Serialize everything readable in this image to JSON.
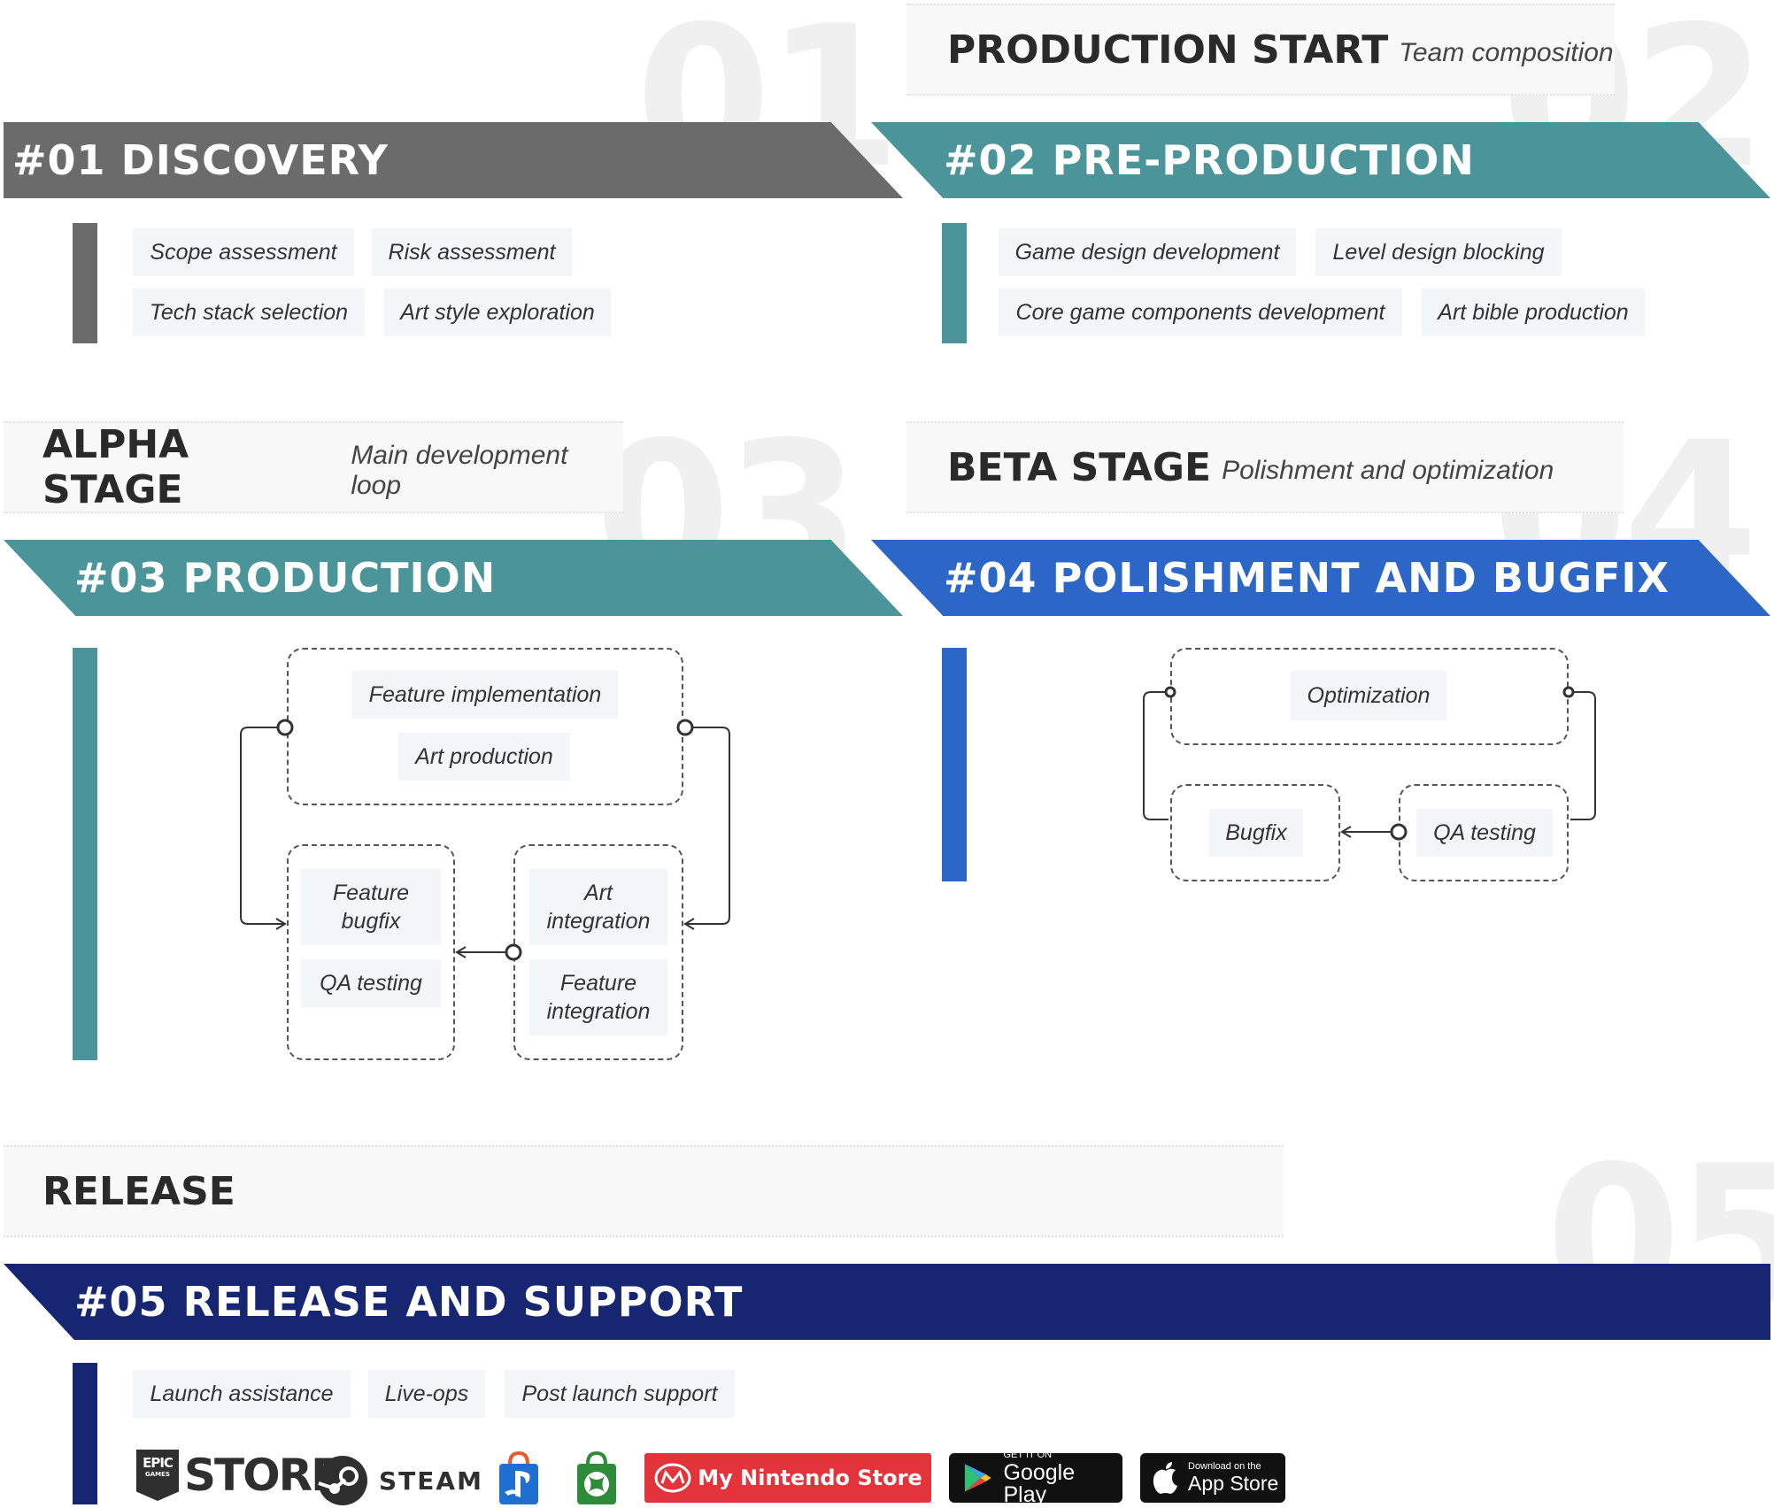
{
  "colors": {
    "discovery": "#6b6b6b",
    "preproduction": "#4b9499",
    "production": "#4b9499",
    "polishment": "#2c67c8",
    "release": "#162672"
  },
  "big_numbers": [
    "01",
    "02",
    "03",
    "04",
    "05"
  ],
  "stages": {
    "production_start": {
      "name": "PRODUCTION START",
      "sub": "Team composition"
    },
    "alpha": {
      "name": "ALPHA STAGE",
      "sub": "Main development loop"
    },
    "beta": {
      "name": "BETA STAGE",
      "sub": "Polishment and optimization"
    },
    "release": {
      "name": "RELEASE"
    }
  },
  "phases": {
    "discovery": {
      "title": "#01 DISCOVERY",
      "tasks": [
        "Scope assessment",
        "Risk assessment",
        "Tech stack selection",
        "Art style exploration"
      ]
    },
    "preproduction": {
      "title": "#02 PRE-PRODUCTION",
      "tasks": [
        "Game design development",
        "Level design blocking",
        "Core game components development",
        "Art bible production"
      ]
    },
    "production": {
      "title": "#03 PRODUCTION",
      "tasks": [
        "Feature implementation",
        "Art production",
        "Feature bugfix",
        "QA testing",
        "Art integration",
        "Feature integration"
      ]
    },
    "polishment": {
      "title": "#04 POLISHMENT AND BUGFIX",
      "tasks": [
        "Optimization",
        "Bugfix",
        "QA testing"
      ]
    },
    "release": {
      "title": "#05 RELEASE AND SUPPORT",
      "tasks": [
        "Launch assistance",
        "Live-ops",
        "Post launch support"
      ]
    }
  },
  "platforms": {
    "epic_top": "EPIC",
    "epic_bottom": "GAMES",
    "epic_store": "STORE",
    "steam": "STEAM",
    "nintendo": "My Nintendo Store",
    "gplay_top": "GET IT ON",
    "gplay_main": "Google Play",
    "appstore_top": "Download on the",
    "appstore_main": "App Store"
  }
}
